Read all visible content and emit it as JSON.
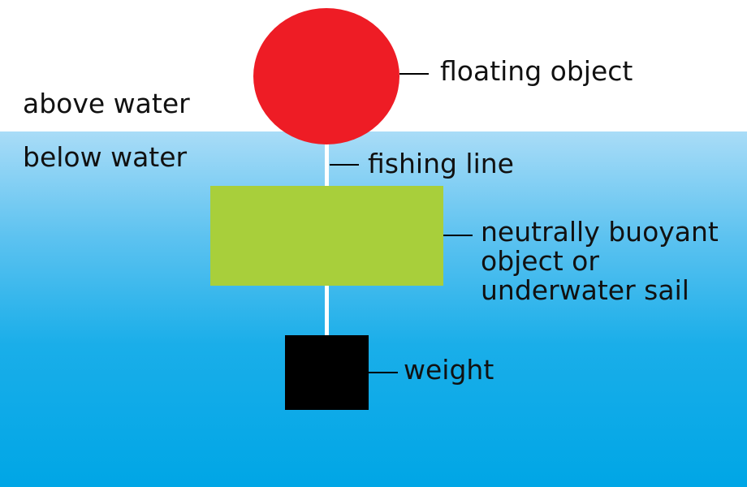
{
  "zones": {
    "above": "above water",
    "below": "below water"
  },
  "labels": {
    "float": "floating object",
    "line": "fishing line",
    "sail_lines": [
      "neutrally buoyant",
      "object or",
      "underwater sail"
    ],
    "weight": "weight"
  },
  "colors": {
    "float": "#ee1c25",
    "sail": "#a8cf3b",
    "weight": "#000000",
    "line": "#ffffff",
    "water_top": "#a9dcf7",
    "water_bottom": "#00a6e6"
  }
}
